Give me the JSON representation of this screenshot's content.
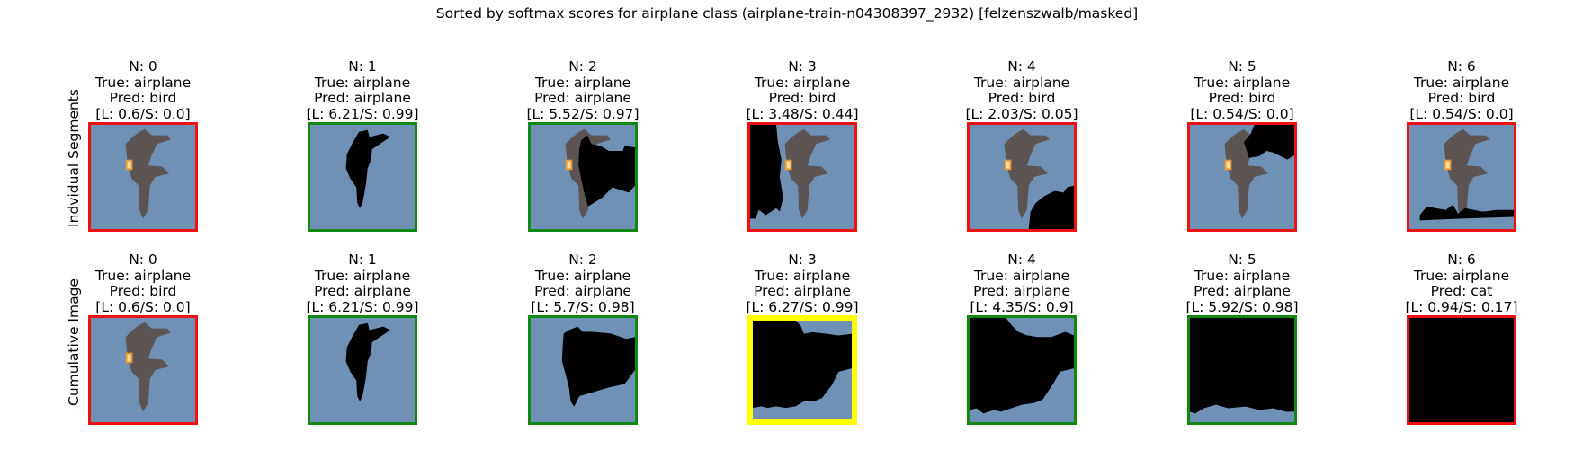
{
  "figure": {
    "title": "Sorted by softmax scores for airplane class (airplane-train-n04308397_2932) [felzenszwalb/masked]",
    "colors": {
      "correct": "#118811",
      "wrong": "#ee1111",
      "best": "#ffff00",
      "sky": "#6f91b6",
      "mask": "#000000",
      "plane": "#5a4c48",
      "engine": "#e89a3c"
    }
  },
  "rows": [
    {
      "label": "Indvidual Segments",
      "tiles": [
        {
          "n": "N: 0",
          "truth": "True: airplane",
          "pred": "Pred: bird",
          "score": "[L: 0.6/S: 0.0]",
          "status": "wrong",
          "content": "plane",
          "mask": "none"
        },
        {
          "n": "N: 1",
          "truth": "True: airplane",
          "pred": "Pred: airplane",
          "score": "[L: 6.21/S: 0.99]",
          "status": "correct",
          "content": "sky",
          "mask": "plane-silhouette"
        },
        {
          "n": "N: 2",
          "truth": "True: airplane",
          "pred": "Pred: airplane",
          "score": "[L: 5.52/S: 0.97]",
          "status": "correct",
          "content": "plane",
          "mask": "upper-right-blob"
        },
        {
          "n": "N: 3",
          "truth": "True: airplane",
          "pred": "Pred: bird",
          "score": "[L: 3.48/S: 0.44]",
          "status": "wrong",
          "content": "plane",
          "mask": "left-region"
        },
        {
          "n": "N: 4",
          "truth": "True: airplane",
          "pred": "Pred: bird",
          "score": "[L: 2.03/S: 0.05]",
          "status": "wrong",
          "content": "plane",
          "mask": "lower-right-blob"
        },
        {
          "n": "N: 5",
          "truth": "True: airplane",
          "pred": "Pred: bird",
          "score": "[L: 0.54/S: 0.0]",
          "status": "wrong",
          "content": "plane",
          "mask": "upper-right-small"
        },
        {
          "n": "N: 6",
          "truth": "True: airplane",
          "pred": "Pred: bird",
          "score": "[L: 0.54/S: 0.0]",
          "status": "wrong",
          "content": "plane",
          "mask": "bottom-strip"
        }
      ]
    },
    {
      "label": "Cumulative Image",
      "tiles": [
        {
          "n": "N: 0",
          "truth": "True: airplane",
          "pred": "Pred: bird",
          "score": "[L: 0.6/S: 0.0]",
          "status": "wrong",
          "content": "plane",
          "mask": "none"
        },
        {
          "n": "N: 1",
          "truth": "True: airplane",
          "pred": "Pred: airplane",
          "score": "[L: 6.21/S: 0.99]",
          "status": "correct",
          "content": "sky",
          "mask": "plane-silhouette"
        },
        {
          "n": "N: 2",
          "truth": "True: airplane",
          "pred": "Pred: airplane",
          "score": "[L: 5.7/S: 0.98]",
          "status": "correct",
          "content": "sky",
          "mask": "cumulative-2"
        },
        {
          "n": "N: 3",
          "truth": "True: airplane",
          "pred": "Pred: airplane",
          "score": "[L: 6.27/S: 0.99]",
          "status": "best",
          "content": "sky",
          "mask": "cumulative-3"
        },
        {
          "n": "N: 4",
          "truth": "True: airplane",
          "pred": "Pred: airplane",
          "score": "[L: 4.35/S: 0.9]",
          "status": "correct",
          "content": "sky",
          "mask": "cumulative-4"
        },
        {
          "n": "N: 5",
          "truth": "True: airplane",
          "pred": "Pred: airplane",
          "score": "[L: 5.92/S: 0.98]",
          "status": "correct",
          "content": "sky",
          "mask": "cumulative-5"
        },
        {
          "n": "N: 6",
          "truth": "True: airplane",
          "pred": "Pred: cat",
          "score": "[L: 0.94/S: 0.17]",
          "status": "wrong",
          "content": "sky",
          "mask": "full"
        }
      ]
    }
  ]
}
